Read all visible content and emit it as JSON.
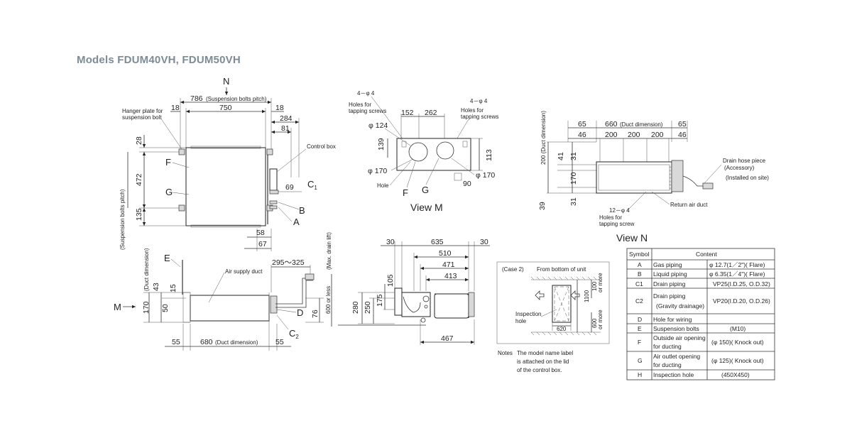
{
  "title": "Models  FDUM40VH, FDUM50VH",
  "plan": {
    "north": "N",
    "dim_786": "786",
    "dim_786_note": "(Suspension bolts pitch)",
    "dim_750": "750",
    "dim_18a": "18",
    "dim_18b": "18",
    "dim_284": "284",
    "dim_81": "81",
    "dim_28": "28",
    "dim_472": "472",
    "dim_135": "135",
    "dim_69": "69",
    "dim_58": "58",
    "dim_67": "67",
    "vert_note": "(Suspension bolts pitch)",
    "hanger_line1": "Hanger plate for",
    "hanger_line2": "suspension bolt",
    "control_box": "Control box",
    "F": "F",
    "G": "G",
    "C1": "C",
    "C1_sub": "1",
    "B": "B",
    "A": "A"
  },
  "viewm": {
    "holes_l_count": "4－φ 4",
    "holes_l_1": "Holes for",
    "holes_l_2": "tapping screws",
    "holes_r_count": "4－φ 4",
    "holes_r_1": "Holes for",
    "holes_r_2": "tapping screws",
    "dim_152": "152",
    "dim_262": "262",
    "dim_124": "φ 124",
    "dim_139": "139",
    "dim_170l": "φ 170",
    "dim_170r": "φ 170",
    "dim_113": "113",
    "dim_90": "90",
    "hole": "Hole",
    "F": "F",
    "G": "G",
    "caption": "View M"
  },
  "viewn": {
    "dim_660": "660",
    "dim_660_note": "(Duct dimension)",
    "dim_65a": "65",
    "dim_65b": "65",
    "dim_46a": "46",
    "dim_46b": "46",
    "dim_200a": "200",
    "dim_200b": "200",
    "dim_200c": "200",
    "vert_200": "200 (Duct dimension)",
    "dim_41": "41",
    "dim_31a": "31",
    "dim_170": "170",
    "dim_31b": "31",
    "dim_39": "39",
    "drain_1": "Drain hose piece",
    "drain_2": "(Accessory)",
    "drain_3": "(Installed on site)",
    "holes_count": "12－φ 4",
    "holes_1": "Holes for",
    "holes_2": "tapping screw",
    "return_air": "Return air duct",
    "caption": "View N"
  },
  "side": {
    "E": "E",
    "M": "M",
    "vert_duct": "(Duct dimension)",
    "dim_170": "170",
    "dim_43": "43",
    "dim_15": "15",
    "dim_50": "50",
    "air_supply": "Air supply duct",
    "dim_295": "295～325",
    "dim_76": "76",
    "D": "D",
    "C2": "C",
    "C2_sub": "2",
    "dim_55a": "55",
    "dim_680": "680",
    "dim_680_note": "(Duct dimension)",
    "dim_55b": "55",
    "max_drain": "(Max. drain lift)",
    "dim_600": "600 or less"
  },
  "front": {
    "dim_30a": "30",
    "dim_635": "635",
    "dim_30b": "30",
    "dim_510": "510",
    "dim_471": "471",
    "dim_413": "413",
    "dim_105": "105",
    "dim_280": "280",
    "dim_250": "250",
    "dim_175": "175",
    "dim_467": "467"
  },
  "case2": {
    "case": "(Case 2)",
    "from": "From bottom of unit",
    "insp_1": "Inspection",
    "insp_2": "hole",
    "dim_1100": "1100",
    "dim_100": "100",
    "dim_100_note": "or more",
    "dim_600": "600",
    "dim_600_note": "or more",
    "dim_620": "620"
  },
  "notes": {
    "label": "Notes",
    "line1": "The model name label",
    "line2": "is attached on the lid",
    "line3": "of the control box."
  },
  "table": {
    "header_symbol": "Symbol",
    "header_content": "Content",
    "rows": [
      {
        "sym": "A",
        "name": "Gas piping",
        "name2": "",
        "spec": "φ 12.7(1／2\")( Flare)"
      },
      {
        "sym": "B",
        "name": "Liquid piping",
        "name2": "",
        "spec": "φ 6.35(1／4\")( Flare)"
      },
      {
        "sym": "C1",
        "name": "Drain piping",
        "name2": "",
        "spec": "VP25(I.D.25, O.D.32)"
      },
      {
        "sym": "C2",
        "name": "Drain piping",
        "name2": "(Gravity drainage)",
        "spec": "VP20(I.D.20, O.D.26)"
      },
      {
        "sym": "D",
        "name": "Hole for wiring",
        "name2": "",
        "spec": ""
      },
      {
        "sym": "E",
        "name": "Suspension bolts",
        "name2": "",
        "spec": "(M10)"
      },
      {
        "sym": "F",
        "name": "Outside air opening",
        "name2": "for ducting",
        "spec": "(φ 150)( Knock out)"
      },
      {
        "sym": "G",
        "name": "Air outlet opening",
        "name2": "for ducting",
        "spec": "(φ 125)( Knock out)"
      },
      {
        "sym": "H",
        "name": "Inspection hole",
        "name2": "",
        "spec": "(450X450)"
      }
    ]
  }
}
